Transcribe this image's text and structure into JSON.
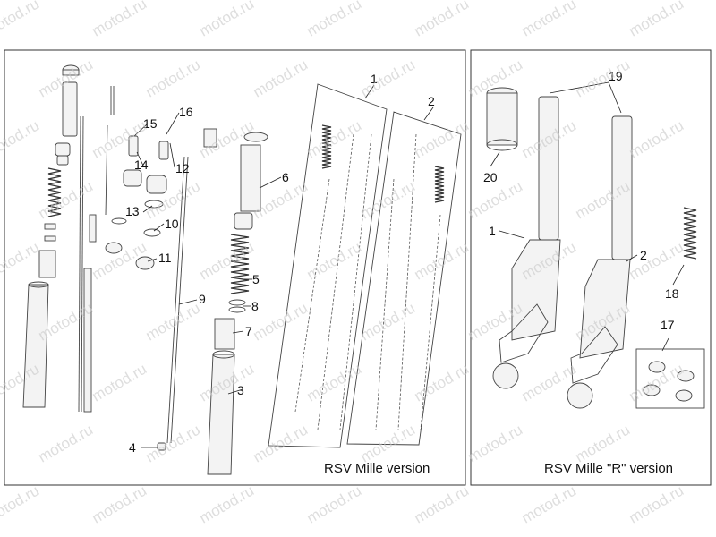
{
  "watermark": {
    "text": "motod.ru"
  },
  "left_panel": {
    "caption": "RSV Mille version",
    "labels": {
      "n1": "1",
      "n2": "2",
      "n3": "3",
      "n4": "4",
      "n5": "5",
      "n6": "6",
      "n7": "7",
      "n8": "8",
      "n9": "9",
      "n10": "10",
      "n11": "11",
      "n12": "12",
      "n13": "13",
      "n14": "14",
      "n15": "15",
      "n16": "16"
    }
  },
  "right_panel": {
    "caption": "RSV Mille \"R\" version",
    "labels": {
      "n1": "1",
      "n2": "2",
      "n17": "17",
      "n18": "18",
      "n19": "19",
      "n20": "20"
    }
  },
  "colors": {
    "line": "#444444",
    "frame": "#333333",
    "watermark": "#c9c9c9"
  }
}
